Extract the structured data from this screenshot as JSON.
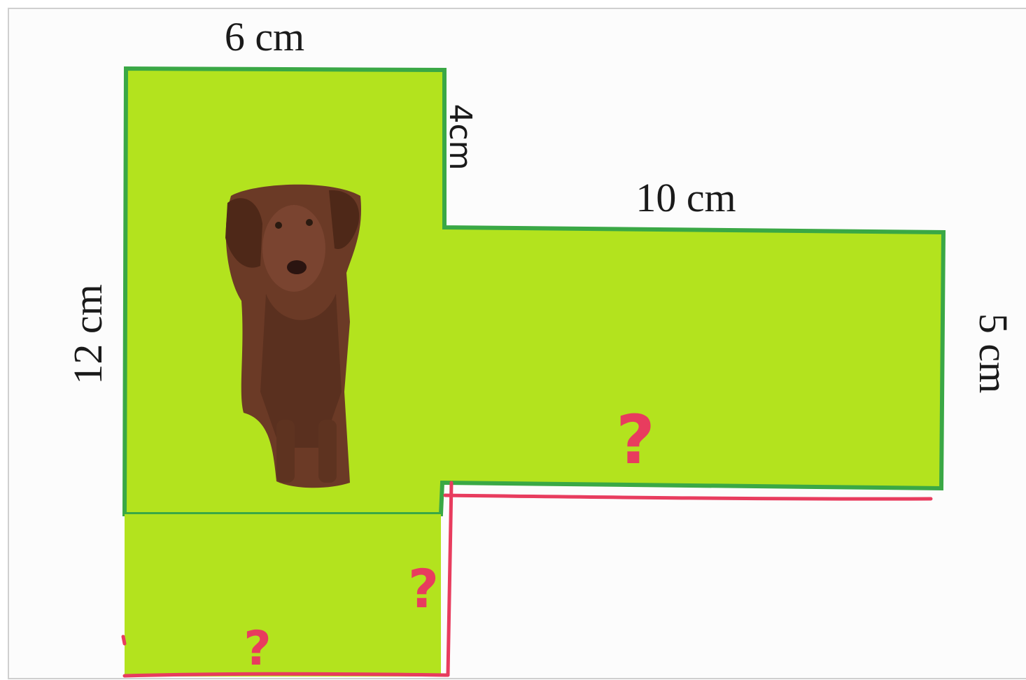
{
  "colors": {
    "shape_fill": "#b3e31e",
    "shape_border": "#3aa845",
    "annotation": "#e83c5e",
    "paper": "#fcfcfc",
    "text": "#1a1a1a"
  },
  "labels": {
    "top_width": "6 cm",
    "left_height": "12 cm",
    "notch_height": "4cm",
    "arm_width": "10 cm",
    "arm_height": "5 cm"
  },
  "unknowns": {
    "arm_bottom": "?",
    "stem_right": "?",
    "stem_bottom": "?"
  },
  "figure": {
    "photo_subject": "dog"
  }
}
